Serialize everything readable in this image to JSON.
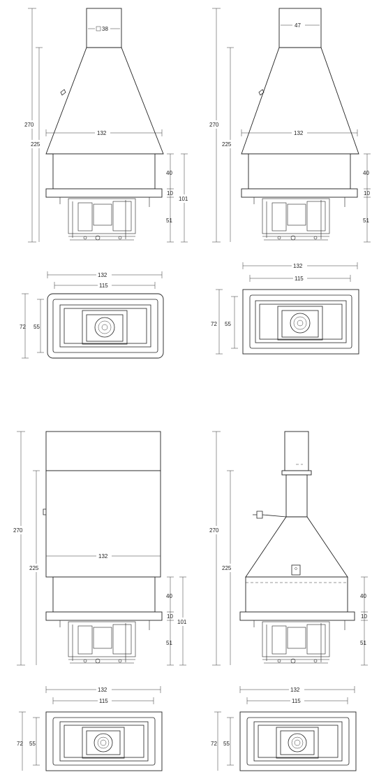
{
  "drawing_1": {
    "height_total": "270",
    "height_hood": "225",
    "flue_size": "38",
    "width_hood": "132",
    "dim_upper": "40",
    "dim_mid": "10",
    "dim_lower": "51",
    "height_firebox": "101",
    "plan_width_outer": "132",
    "plan_width_inner": "115",
    "plan_depth_outer": "72",
    "plan_depth_inner": "55"
  },
  "drawing_2": {
    "height_total": "270",
    "height_hood": "225",
    "flue_width": "47",
    "width_hood": "132",
    "dim_upper": "40",
    "dim_mid": "10",
    "dim_lower": "51",
    "plan_width_outer": "132",
    "plan_width_inner": "115",
    "plan_depth_outer": "72",
    "plan_depth_inner": "55"
  },
  "drawing_3": {
    "height_total": "270",
    "height_hood": "225",
    "width_hood": "132",
    "dim_upper": "40",
    "dim_mid": "10",
    "dim_lower": "51",
    "height_firebox": "101",
    "plan_width_outer": "132",
    "plan_width_inner": "115",
    "plan_depth_outer": "72",
    "plan_depth_inner": "55"
  },
  "drawing_4": {
    "height_total": "270",
    "height_hood": "225",
    "dim_upper": "40",
    "dim_mid": "10",
    "dim_lower": "51",
    "plan_width_outer": "132",
    "plan_width_inner": "115",
    "plan_depth_outer": "72",
    "plan_depth_inner": "55"
  }
}
